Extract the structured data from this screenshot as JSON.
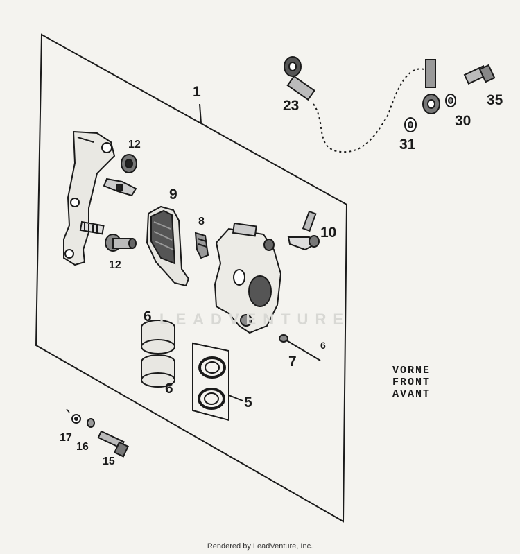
{
  "callouts": {
    "c1": "1",
    "c23": "23",
    "c35": "35",
    "c30": "30",
    "c31": "31",
    "c12a": "12",
    "c12b": "12",
    "c9": "9",
    "c8": "8",
    "c10": "10",
    "c6a": "6",
    "c6b": "6",
    "c5": "5",
    "c7": "7",
    "c6c": "6",
    "c17": "17",
    "c16": "16",
    "c15": "15"
  },
  "direction": {
    "line1": "VORNE",
    "line2": "FRONT",
    "line3": "AVANT"
  },
  "watermark": "LEADVENTURE",
  "footer": "Rendered by LeadVenture, Inc."
}
